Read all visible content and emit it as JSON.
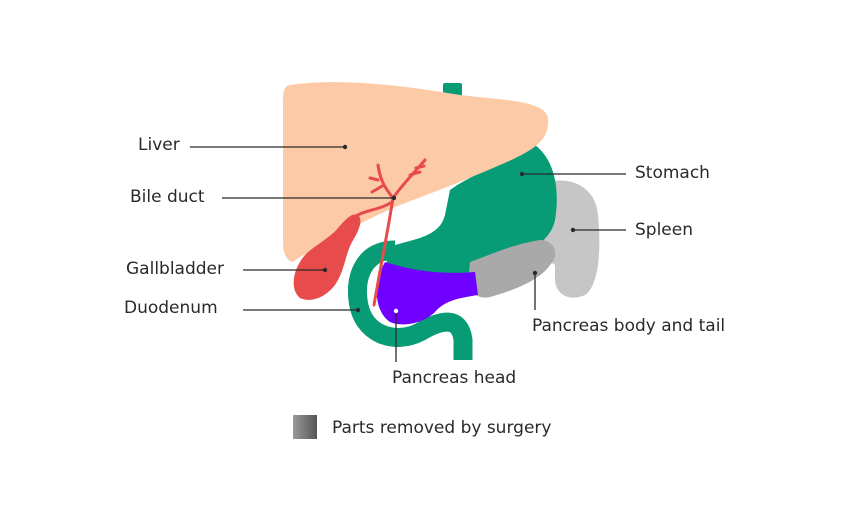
{
  "labels": {
    "liver": "Liver",
    "bile_duct": "Bile duct",
    "gallbladder": "Gallbladder",
    "duodenum": "Duodenum",
    "stomach": "Stomach",
    "spleen": "Spleen",
    "pancreas_body_tail": "Pancreas body and tail",
    "pancreas_head": "Pancreas head"
  },
  "legend": {
    "text": "Parts removed by surgery"
  },
  "colors": {
    "liver": "#fdcaa8",
    "stomach": "#079b76",
    "spleen": "#c6c6c6",
    "pancreas_body": "#a9a9a9",
    "pancreas_head": "#7000ff",
    "gallbladder": "#e84b4b",
    "bile_duct": "#e84b4b"
  }
}
